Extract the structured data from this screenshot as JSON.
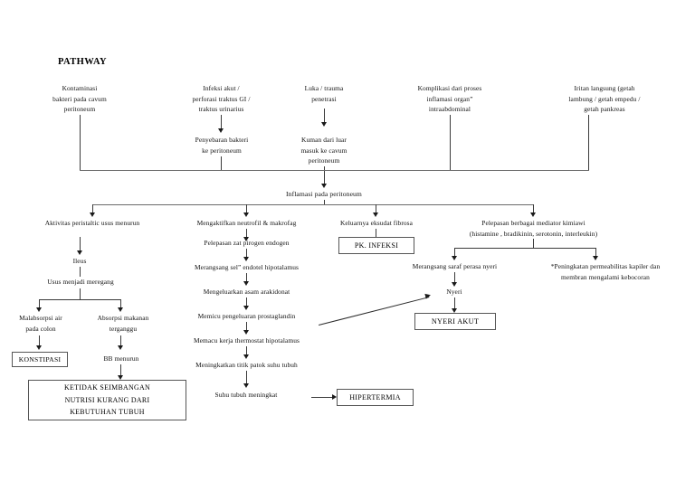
{
  "document": {
    "title": "PATHWAY"
  },
  "nodes": {
    "etiology": [
      {
        "id": "kontaminasi",
        "label": "Kontaminasi\nbakteri pada cavum\nperitoneum"
      },
      {
        "id": "infeksi-akut",
        "label": "Infeksi akut /\nperforasi traktus GI /\ntraktus urinarius"
      },
      {
        "id": "luka-trauma",
        "label": "Luka / trauma\npenetrasi"
      },
      {
        "id": "komplikasi",
        "label": "Komplikasi dari proses\ninflamasi organ”\nintraabdominal"
      },
      {
        "id": "iritan",
        "label": "Iritan langsung (getah\nlambung / getah empedu /\ngetah pankreas"
      }
    ],
    "second_row": [
      {
        "id": "penyebaran-bakteri",
        "label": "Penyebaran bakteri\nke peritoneum"
      },
      {
        "id": "kuman-luar",
        "label": "Kuman dari luar\nmasuk ke cavum\nperitoneum"
      }
    ],
    "central": {
      "id": "inflamasi-peritoneum",
      "label": "Inflamasi pada peritoneum"
    },
    "branch_left": [
      {
        "id": "peristaltik",
        "label": "Aktivitas peristaltic usus menurun"
      },
      {
        "id": "ileus",
        "label": "Ileus"
      },
      {
        "id": "usus-meregang",
        "label": "Usus menjadi meregang"
      },
      {
        "id": "malabsorpsi",
        "label": "Malabsorpsi air\npada colon"
      },
      {
        "id": "absorpsi-terganggu",
        "label": "Absorpsi makanan\nterganggu"
      },
      {
        "id": "bb-menurun",
        "label": "BB menurun"
      }
    ],
    "branch_middle": [
      {
        "id": "neutrofil",
        "label": "Mengaktifkan neutrofil & makrofag"
      },
      {
        "id": "pirogen",
        "label": "Pelepasan zat pirogen endogen"
      },
      {
        "id": "endotel",
        "label": "Merangsang sel” endotel hipotalamus"
      },
      {
        "id": "arakidonat",
        "label": "Mengeluarkan asam arakidonat"
      },
      {
        "id": "prostaglandin",
        "label": "Memicu pengeluaran prostaglandin"
      },
      {
        "id": "thermostat",
        "label": "Memacu kerja thermostat hipotalamus"
      },
      {
        "id": "titik-patok",
        "label": "Meningkatkan titik patok suhu tubuh"
      },
      {
        "id": "suhu-meningkat",
        "label": "Suhu tubuh meningkat"
      }
    ],
    "branch_exudate": [
      {
        "id": "eksudat",
        "label": "Keluarnya eksudat fibrosa"
      }
    ],
    "branch_right": [
      {
        "id": "mediator",
        "label": "Pelepasan berbagai mediator kimiawi\n(histamine , bradikinin, serotonin, interleukin)"
      },
      {
        "id": "saraf-nyeri",
        "label": "Merangsang saraf perasa nyeri"
      },
      {
        "id": "permeabilitas",
        "label": "*Peningkatan permeabilitas kapiler dan\nmembran mengalami kebocoran"
      },
      {
        "id": "nyeri",
        "label": "Nyeri"
      }
    ]
  },
  "diagnoses": [
    {
      "id": "konstipasi",
      "label": "KONSTIPASI"
    },
    {
      "id": "ketidakseimbangan-nutrisi",
      "label": "KETIDAK SEIMBANGAN\nNUTRISI KURANG DARI\nKEBUTUHAN TUBUH"
    },
    {
      "id": "pk-infeksi",
      "label": "PK. INFEKSI"
    },
    {
      "id": "nyeri-akut",
      "label": "NYERI AKUT"
    },
    {
      "id": "hipertermia",
      "label": "HIPERTERMIA"
    }
  ],
  "colors": {
    "line": "#3a3a3a",
    "bus": "#6a6a6a",
    "box_border": "#555555",
    "text": "#111111",
    "background": "#ffffff"
  }
}
